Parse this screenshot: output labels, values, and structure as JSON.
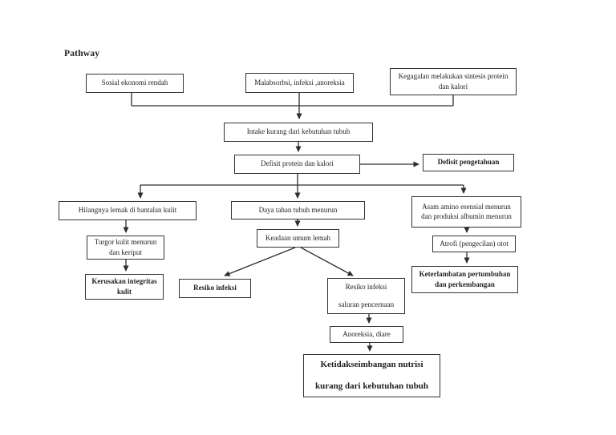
{
  "title": "Pathway",
  "colors": {
    "ink": "#1f1f1f",
    "line": "#2e2e2e",
    "background": "#ffffff"
  },
  "diagram_type": "pathway-flowchart",
  "nodes": {
    "sosial_ekonomi": {
      "lines": [
        "Sosial ekonomi rendah"
      ],
      "emphasis": "normal"
    },
    "malabsorbsi": {
      "lines": [
        "Malabsorbsi, infeksi ,anoreksia"
      ],
      "emphasis": "normal"
    },
    "kegagalan_sintesis": {
      "lines": [
        "Kegagalan melakukan sintesis protein",
        "dan kalori"
      ],
      "emphasis": "normal"
    },
    "intake_kurang": {
      "lines": [
        "Intake kurang dari kebutuhan tubuh"
      ],
      "emphasis": "normal"
    },
    "defisit_protein": {
      "lines": [
        "Defisit protein dan kalori"
      ],
      "emphasis": "normal"
    },
    "defisit_pengetahuan": {
      "lines": [
        "Defisit pengetahuan"
      ],
      "emphasis": "bold"
    },
    "hilang_lemak": {
      "lines": [
        "Hilangnya lemak di bantalan kulit"
      ],
      "emphasis": "normal"
    },
    "daya_tahan": {
      "lines": [
        "Daya tahan tubuh menurun"
      ],
      "emphasis": "normal"
    },
    "asam_amino": {
      "lines": [
        "Asam amino esensial menurun",
        "dan produksi albumin menurun"
      ],
      "emphasis": "normal"
    },
    "turgor_kulit": {
      "lines": [
        "Turgor kulit menurun",
        "dan keriput"
      ],
      "emphasis": "normal"
    },
    "keadaan_umum": {
      "lines": [
        "Keadaan umum lemah"
      ],
      "emphasis": "normal"
    },
    "atrofi_otot": {
      "lines": [
        "Atrofi (pengecilan) otot"
      ],
      "emphasis": "normal"
    },
    "kerusakan_integritas": {
      "lines": [
        "Kerusakan integritas",
        "kulit"
      ],
      "emphasis": "bold"
    },
    "resiko_infeksi": {
      "lines": [
        "Resiko infeksi"
      ],
      "emphasis": "bold"
    },
    "resiko_infeksi_saluran": {
      "lines": [
        "Resiko infeksi",
        "saluran pencernaan"
      ],
      "emphasis": "normal"
    },
    "keterlambatan": {
      "lines": [
        "Keterlambatan pertumbuhan",
        "dan perkembangan"
      ],
      "emphasis": "bold"
    },
    "anoreksia_diare": {
      "lines": [
        "Anoreksia, diare"
      ],
      "emphasis": "normal"
    },
    "ketidakseimbangan_nutrisi": {
      "lines": [
        "Ketidakseimbangan nutrisi",
        "kurang dari kebutuhan tubuh"
      ],
      "emphasis": "bold"
    }
  }
}
